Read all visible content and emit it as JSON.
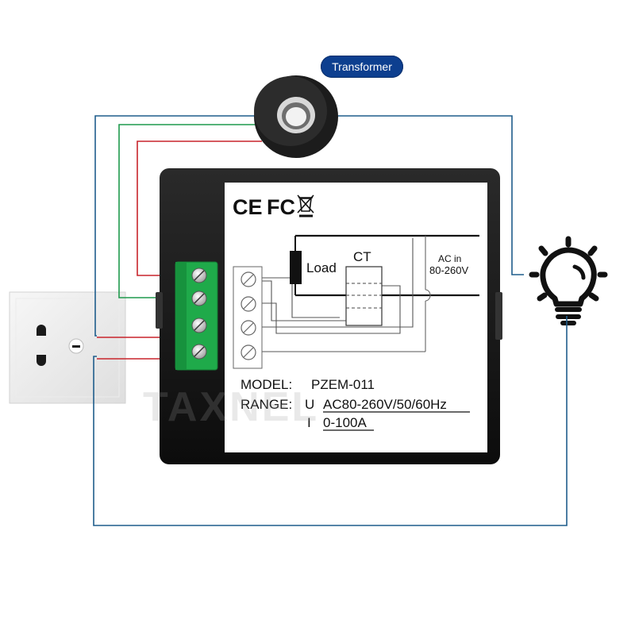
{
  "transformer_label": "Transformer",
  "marks": {
    "ce": "CE",
    "fcc": "FC"
  },
  "schematic": {
    "load_label": "Load",
    "ct_label": "CT",
    "ac_in_label": "AC in",
    "ac_range_label": "80-260V"
  },
  "spec": {
    "model_label": "MODEL:",
    "model_value": "PZEM-011",
    "range_label": "RANGE:",
    "voltage_symbol": "U",
    "voltage_range": "AC80-260V/50/60Hz",
    "current_symbol": "I",
    "current_range": "0-100A"
  },
  "watermark": "TAXNEL",
  "colors": {
    "wire_blue": "#1f5d8c",
    "wire_red": "#c8242b",
    "wire_green": "#1f9a4d",
    "badge": "#0d3f8f",
    "terminal_green": "#1faa4a",
    "meter_body": "#151515"
  },
  "icons": {
    "current_transformer": "ring-core-icon",
    "outlet": "wall-socket-icon",
    "lamp": "light-bulb-icon"
  }
}
